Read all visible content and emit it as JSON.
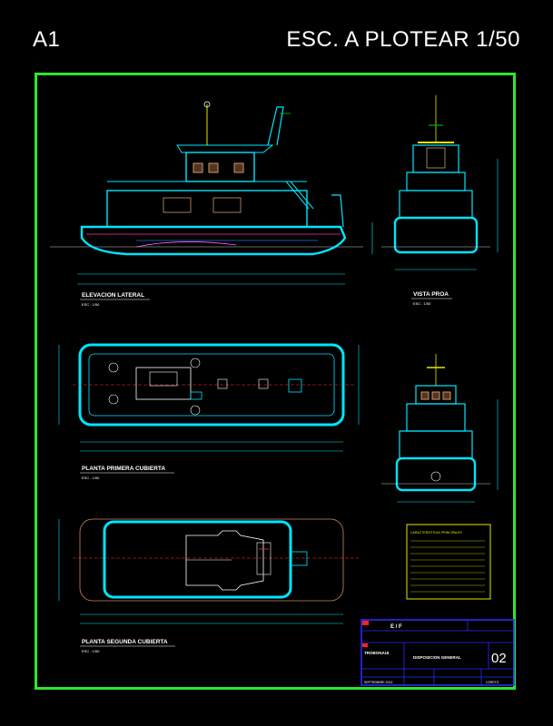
{
  "header": {
    "sheet_size": "A1",
    "scale": "ESC. A PLOTEAR 1/50"
  },
  "views": {
    "side": {
      "title": "ELEVACION LATERAL",
      "scale": "ESC : 1/50"
    },
    "front": {
      "title": "VISTA PROA",
      "scale": "ESC : 1/50"
    },
    "deck1": {
      "title": "PLANTA PRIMERA CUBIERTA",
      "scale": "ESC : 1/50"
    },
    "deck2": {
      "title": "PLANTA SEGUNDA CUBIERTA",
      "scale": "ESC : 1/50"
    }
  },
  "specs_title": "CARACTERISTICAS PRINCIPALES",
  "title_block": {
    "project": "E / F",
    "owner": "TROBONAUI",
    "drawing_title": "DISPOSICION GENERAL",
    "sheet_number": "02",
    "date": "SEPTIEMBRE 2013",
    "ref": "LORETO"
  },
  "colors": {
    "frame": "#2ee62e",
    "hull": "#00e5ff",
    "spec_box": "#e6e600",
    "title_block": "#2a2aff"
  }
}
